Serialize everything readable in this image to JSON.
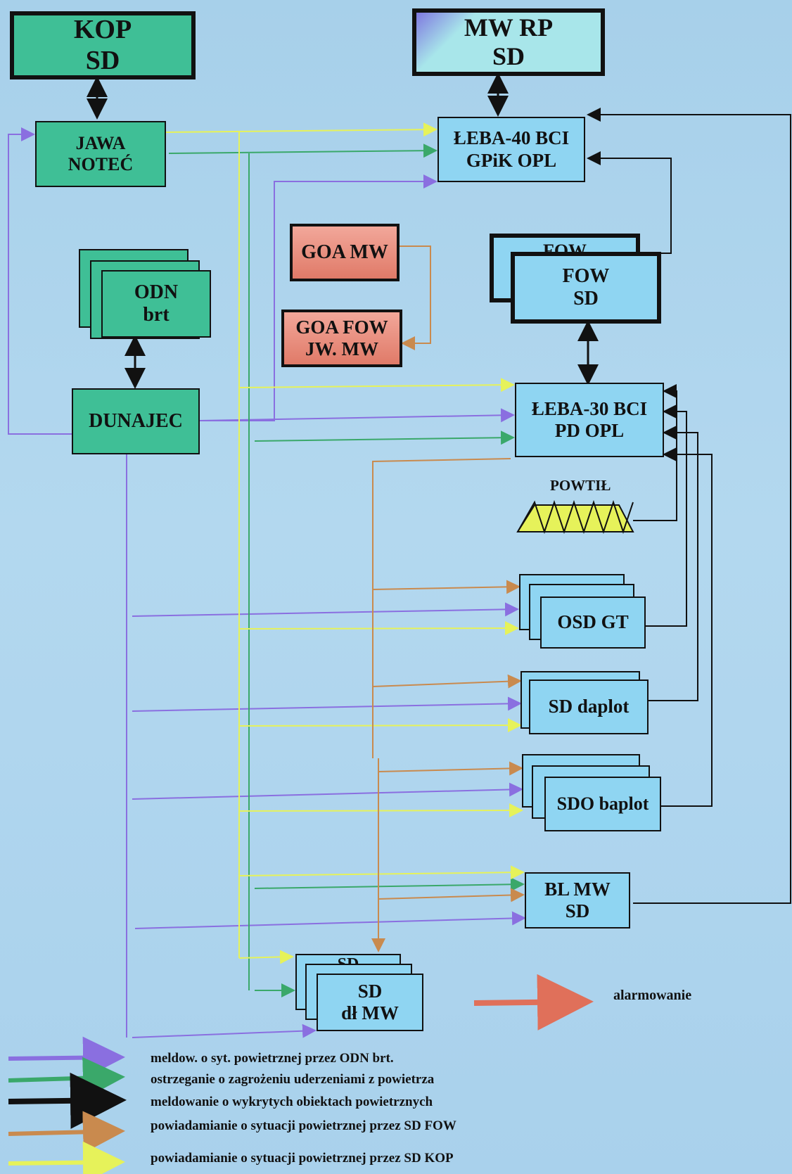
{
  "nodes": {
    "kop_sd": {
      "line1": "KOP",
      "line2": "SD"
    },
    "mw_rp_sd": {
      "line1": "MW RP",
      "line2": "SD"
    },
    "jawa_notec": {
      "line1": "JAWA",
      "line2": "NOTEĆ"
    },
    "leba40": {
      "line1": "ŁEBA-40 BCI",
      "line2": "GPiK OPL"
    },
    "goa_mw": {
      "line1": "GOA MW"
    },
    "goa_fow": {
      "line1": "GOA FOW",
      "line2": "JW. MW"
    },
    "odn_brt": {
      "line1": "ODN",
      "line2": "brt"
    },
    "fow_sd": {
      "line1": "FOW",
      "line2": "SD",
      "back_label": "FOW"
    },
    "dunajec": {
      "line1": "DUNAJEC"
    },
    "leba30": {
      "line1": "ŁEBA-30 BCI",
      "line2": "PD OPL"
    },
    "powtil": {
      "line1": "POWTIŁ"
    },
    "osd_gt": {
      "line1": "OSD GT"
    },
    "sd_daplot": {
      "line1": "SD daplot"
    },
    "sdo_baplot": {
      "line1": "SDO baplot"
    },
    "bl_mw_sd": {
      "line1": "BL MW",
      "line2": "SD"
    },
    "sd_dl_mw": {
      "line1": "SD",
      "line2": "dł MW",
      "back_label": "SD"
    }
  },
  "alarm_label": "alarmowanie",
  "legend": [
    {
      "text": "meldow. o syt. powietrznej przez ODN brt.",
      "color": "#8a6fe0"
    },
    {
      "text": "ostrzeganie o zagrożeniu uderzeniami z powietrza",
      "color": "#3aa86a"
    },
    {
      "text": "meldowanie o wykrytych obiektach powietrznych",
      "color": "#111111"
    },
    {
      "text": "powiadamianie o sytuacji powietrznej przez SD FOW",
      "color": "#c98a4e"
    },
    {
      "text": "powiadamianie o sytuacji powietrznej przez SD KOP",
      "color": "#e6f25a"
    }
  ],
  "colors": {
    "alarm": "#e0705a",
    "node_green": "#3fbf96",
    "node_cyan": "#8fd5f2"
  }
}
